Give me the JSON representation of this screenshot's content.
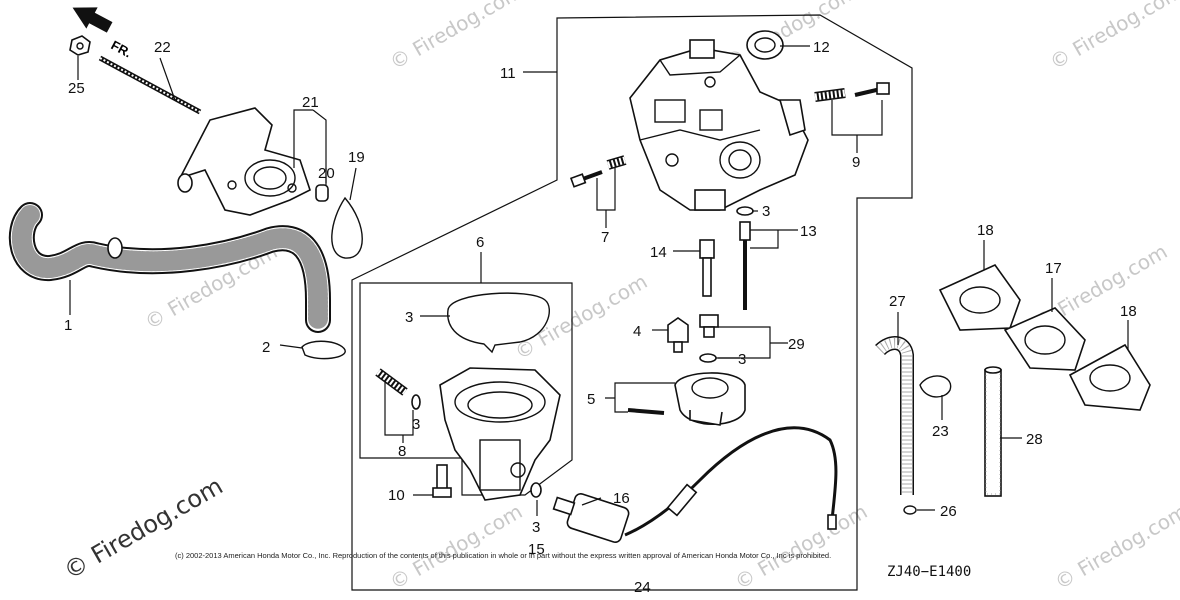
{
  "orientation": {
    "label": "FR."
  },
  "callouts": {
    "c1": "1",
    "c2": "2",
    "c3a": "3",
    "c3b": "3",
    "c3c": "3",
    "c3d": "3",
    "c3e": "3",
    "c4": "4",
    "c5": "5",
    "c6": "6",
    "c7": "7",
    "c8": "8",
    "c9": "9",
    "c10": "10",
    "c11": "11",
    "c12": "12",
    "c13": "13",
    "c14": "14",
    "c15": "15",
    "c16": "16",
    "c17": "17",
    "c18a": "18",
    "c18b": "18",
    "c19": "19",
    "c20": "20",
    "c21": "21",
    "c22": "22",
    "c23": "23",
    "c24": "24",
    "c25": "25",
    "c26": "26",
    "c27": "27",
    "c28": "28",
    "c29": "29"
  },
  "watermarks": {
    "w1": "© Firedog.com",
    "w2": "© Firedog.com",
    "w3": "© Firedog.com",
    "w4": "© Firedog.com",
    "w5": "© Firedog.com",
    "w6": "© Firedog.com",
    "w7": "© Firedog.com",
    "w8": "© Firedog.com",
    "w9": "© Firedog.com"
  },
  "watermark_corner": "© Firedog.com",
  "copyright": "(c) 2002-2013 American Honda Motor Co., Inc. Reproduction of the contents of this publication in whole or in part without the express written approval of American Honda Motor Co., Inc is prohibited.",
  "diagram_code": "ZJ40−E1400"
}
